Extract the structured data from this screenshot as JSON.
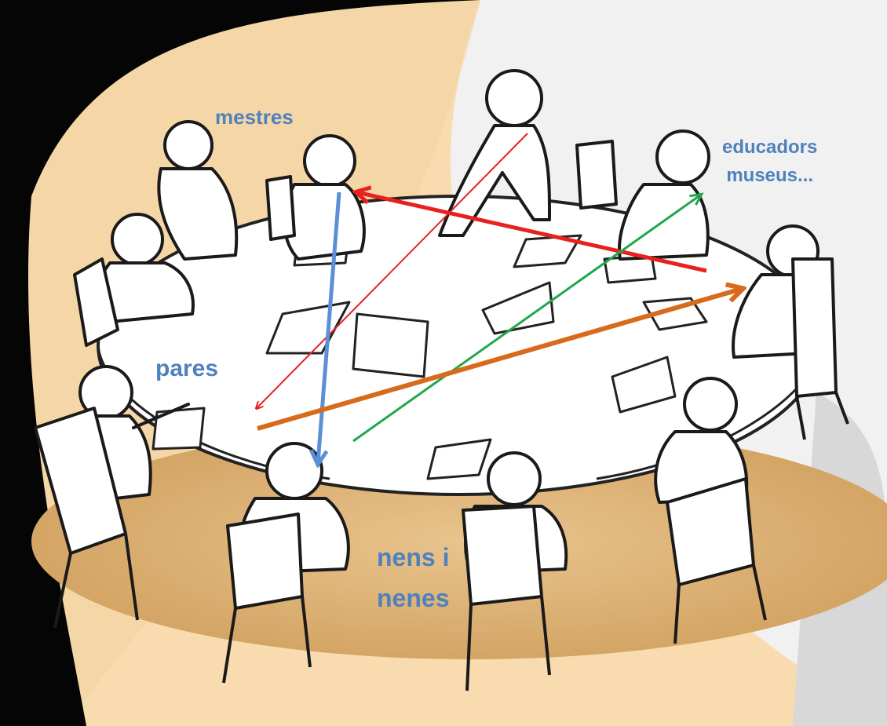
{
  "labels": {
    "mestres": "mestres",
    "educadors_line1": "educadors",
    "educadors_line2": "museus...",
    "pares": "pares",
    "nens_line1": "nens i",
    "nens_line2": "nenes"
  },
  "colors": {
    "label_text": "#4f81bd",
    "arrow_red": "#e8201e",
    "arrow_blue": "#5b8fd6",
    "arrow_green": "#1fa84a",
    "arrow_orange": "#d86a1c",
    "background_band": "#f5d9a8",
    "floor_shadow": "#d9b27a"
  },
  "arrows": [
    {
      "name": "red-thin-arrow",
      "color": "red",
      "style": "thin"
    },
    {
      "name": "red-thick-arrow",
      "color": "red",
      "style": "thick"
    },
    {
      "name": "blue-arrow",
      "color": "blue",
      "style": "thick"
    },
    {
      "name": "green-arrow",
      "color": "green",
      "style": "medium"
    },
    {
      "name": "orange-arrow",
      "color": "orange",
      "style": "thick"
    }
  ]
}
